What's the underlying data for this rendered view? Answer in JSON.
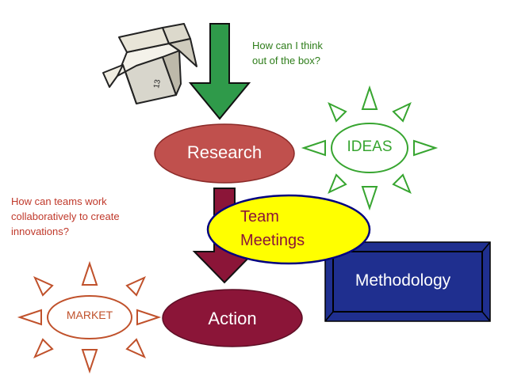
{
  "nodes": {
    "research": "Research",
    "action": "Action",
    "team_meetings": [
      "Team",
      "Meetings"
    ],
    "methodology": "Methodology",
    "ideas": "IDEAS",
    "market": "MARKET"
  },
  "questions": {
    "think_outside": [
      "How can I think",
      "out of the box?"
    ],
    "teams": [
      "How can teams work",
      "collaboratively to create",
      "innovations?"
    ]
  },
  "box_stamp": "13",
  "icons": [
    "open-cardboard-box-icon",
    "green-down-arrow-icon",
    "maroon-down-arrow-icon"
  ],
  "colors": {
    "green_arrow": "#2f9a4a",
    "research_fill": "#c0504d",
    "action_fill": "#8b1538",
    "maroon_arrow": "#8b1538",
    "team_fill": "#ffff00",
    "methodology_fill": "#1f2f8f",
    "ideas_stroke": "#37a530",
    "market_stroke": "#c0512b",
    "green_text": "#2e7d1a",
    "red_text": "#c0392b"
  }
}
